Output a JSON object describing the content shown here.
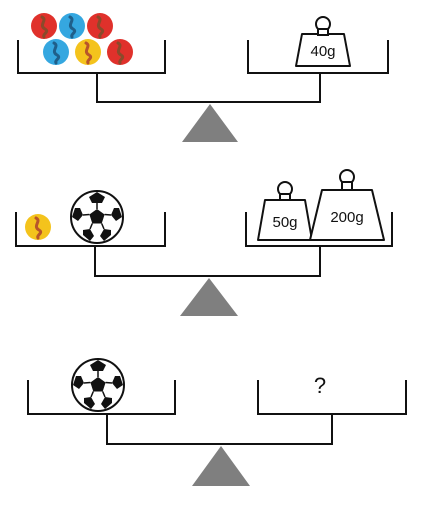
{
  "scales": [
    {
      "left": {
        "items": [
          "marble-red",
          "marble-blue",
          "marble-red",
          "marble-blue",
          "marble-yellow",
          "marble-red"
        ]
      },
      "right": {
        "weights": [
          {
            "label": "40g"
          }
        ]
      }
    },
    {
      "left": {
        "items": [
          "marble-yellow",
          "soccer-ball"
        ]
      },
      "right": {
        "weights": [
          {
            "label": "50g"
          },
          {
            "label": "200g"
          }
        ]
      }
    },
    {
      "left": {
        "items": [
          "soccer-ball"
        ]
      },
      "right": {
        "unknown": "?"
      }
    }
  ],
  "colors": {
    "marble_red": "#e0312b",
    "marble_blue": "#35a7e0",
    "marble_yellow": "#f4c31c",
    "swirl": "#8a4a2a",
    "fulcrum": "#7f7f7f",
    "line": "#111111"
  }
}
